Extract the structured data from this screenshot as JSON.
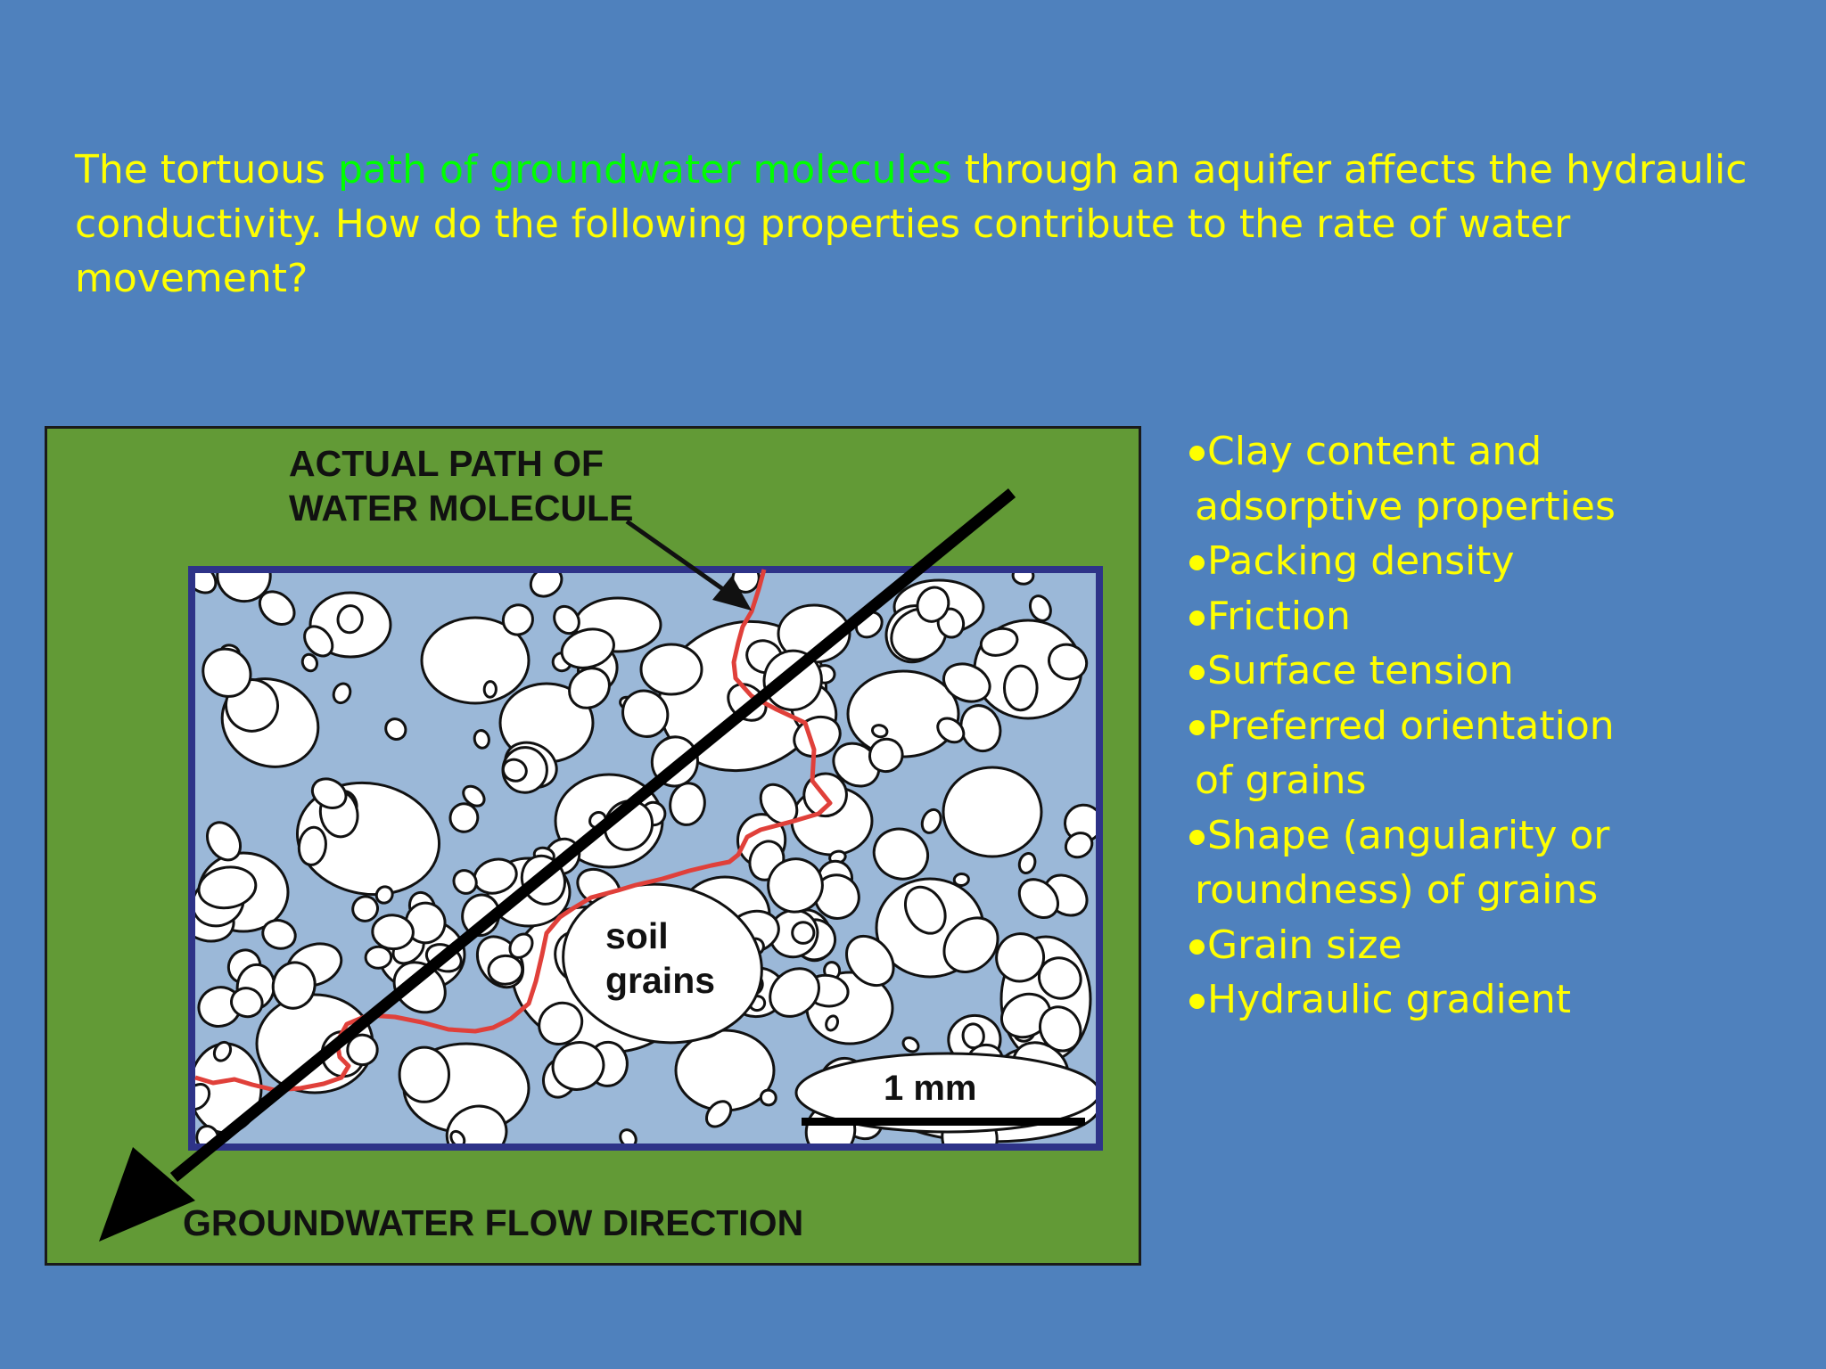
{
  "intro": {
    "before": "The tortuous ",
    "highlight": "path of groundwater molecules",
    "after": " through an aquifer affects the hydraulic conductivity. How do the following properties contribute to the rate of water movement?"
  },
  "diagram": {
    "path_label_1": "ACTUAL PATH OF",
    "path_label_2": "WATER MOLECULE",
    "flow_label": "GROUNDWATER FLOW DIRECTION",
    "grains_label_1": "soil",
    "grains_label_2": "grains",
    "scale_label": "1 mm"
  },
  "bullets": [
    {
      "line1": "Clay content and",
      "line2": "adsorptive properties"
    },
    {
      "line1": "Packing density"
    },
    {
      "line1": "Friction"
    },
    {
      "line1": "Surface tension"
    },
    {
      "line1": "Preferred orientation",
      "line2": "of grains"
    },
    {
      "line1": "Shape (angularity or",
      "line2": "roundness) of grains"
    },
    {
      "line1": "Grain size"
    },
    {
      "line1": "Hydraulic gradient"
    }
  ],
  "colors": {
    "background": "#4f81bd",
    "text": "#ffff00",
    "highlight": "#00ff00",
    "frame": "#629a36",
    "pore_water": "#9bb8d8",
    "path": "#e0403a",
    "inner_border": "#2e3388"
  }
}
